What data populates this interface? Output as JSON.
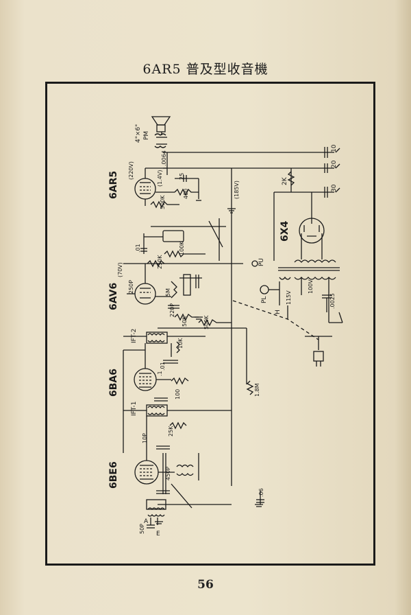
{
  "page": {
    "title": "6AR5 普及型收音機",
    "page_number": "56"
  },
  "tubes": {
    "output": "6AR5",
    "rectifier": "6X4",
    "af_amp": "6AV6",
    "if_amp": "6BA6",
    "converter": "6BE6"
  },
  "speaker": {
    "size": "4\"×6\"",
    "type": "PM"
  },
  "transformers": {
    "ift2": "IFT-2",
    "ift1": "IFT-1"
  },
  "components": {
    "c_filter1": "10",
    "c_filter2": "20",
    "c_filter3": "30",
    "r_filter": "2K",
    "c_out": ".0064",
    "c_cath": "25",
    "r_cath": "400",
    "r_grid_out": "500K",
    "c_coupling": ".01",
    "r_100k": "100K",
    "r_250k": "250K",
    "c_250p": "250P",
    "c_220p": "220P",
    "r_5m": "5M",
    "vr_500k": "500K",
    "r_50k": "50K",
    "r_10k": "10K",
    "c_01": ".01",
    "c_1": ".1",
    "r_100": "100",
    "r_1_8m": "1.8M",
    "r_25k": "25K",
    "c_10p": "10P",
    "c_450p": "450P",
    "c_06": ".06",
    "c_50p": "50P",
    "c_0025": ".0025"
  },
  "voltages": {
    "v220": "(220V)",
    "v14": "(1.4V)",
    "v185": "(185V)",
    "v70": "(70V)"
  },
  "power": {
    "v115": "115V",
    "v100": "100V",
    "pilot": "PL",
    "pu": "PU",
    "sw": "H"
  },
  "antenna": {
    "a": "A",
    "e": "E"
  }
}
